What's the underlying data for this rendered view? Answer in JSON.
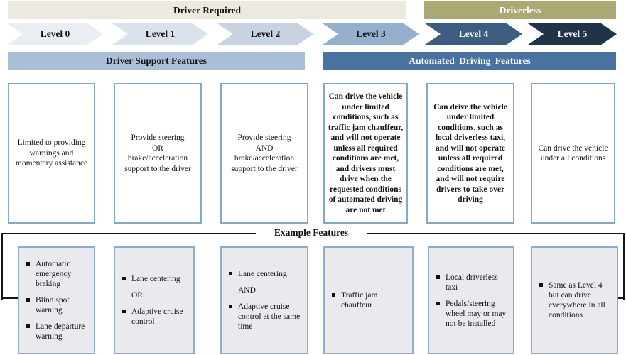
{
  "phases": {
    "driver_required": "Driver Required",
    "driverless": "Driverless"
  },
  "levels": [
    {
      "label": "Level 0"
    },
    {
      "label": "Level 1"
    },
    {
      "label": "Level 2"
    },
    {
      "label": "Level 3"
    },
    {
      "label": "Level 4"
    },
    {
      "label": "Level 5"
    }
  ],
  "feature_bars": {
    "driver_support": "Driver Support Features",
    "automated_driving": "Automated Driving Features"
  },
  "descriptions": [
    {
      "level": "Level 0",
      "text": "Limited to providing warnings and momentary assistance"
    },
    {
      "level": "Level 1",
      "text": "Provide steering\nOR\nbrake/acceleration\nsupport to the driver"
    },
    {
      "level": "Level 2",
      "text": "Provide steering\nAND\nbrake/acceleration\nsupport to the driver"
    },
    {
      "level": "Level 3",
      "text": "Can drive the vehicle under limited conditions, such as traffic jam chauffeur, and will not operate unless all required conditions are met, and drivers must drive when the requested conditions of automated driving are not met"
    },
    {
      "level": "Level 4",
      "text": "Can drive the vehicle under limited conditions, such as local driverless taxi, and will not operate unless all required conditions are met, and will not require drivers to take over driving"
    },
    {
      "level": "Level 5",
      "text": "Can drive the vehicle under all conditions"
    }
  ],
  "example_features": {
    "title": "Example Features",
    "columns": [
      {
        "level": "Level 0",
        "items": [
          {
            "text": "Automatic emergency braking",
            "bullet": true
          },
          {
            "text": "Blind spot warning",
            "bullet": true
          },
          {
            "text": "Lane departure warning",
            "bullet": true
          }
        ]
      },
      {
        "level": "Level 1",
        "items": [
          {
            "text": "Lane centering",
            "bullet": true
          },
          {
            "text": "OR",
            "bullet": false
          },
          {
            "text": "Adaptive cruise control",
            "bullet": true
          }
        ]
      },
      {
        "level": "Level 2",
        "items": [
          {
            "text": "Lane centering",
            "bullet": true
          },
          {
            "text": "AND",
            "bullet": false
          },
          {
            "text": "Adaptive cruise control at the same time",
            "bullet": true
          }
        ]
      },
      {
        "level": "Level 3",
        "items": [
          {
            "text": "Traffic jam chauffeur",
            "bullet": true
          }
        ]
      },
      {
        "level": "Level 4",
        "items": [
          {
            "text": "Local driverless taxi",
            "bullet": true
          },
          {
            "text": "Pedals/steering wheel may or may not be installed",
            "bullet": true
          }
        ]
      },
      {
        "level": "Level 5",
        "items": [
          {
            "text": "Same as Level 4 but can drive everywhere in all conditions",
            "bullet": true
          }
        ]
      }
    ]
  },
  "colors": {
    "driver_required_bg": "#ECE9DF",
    "driverless_bg": "#ABA973",
    "level0_chevron": "#EAEEF4",
    "level1_chevron": "#DAE2EC",
    "level2_chevron": "#C7D3E1",
    "level3_chevron": "#94B0CD",
    "level4_chevron": "#3C5D7F",
    "level5_chevron": "#203448",
    "driver_support_bar_bg": "#A9BFD7",
    "automated_bar_bg": "#4A72A0",
    "description_box_border": "#87A7C7",
    "example_box_bg": "#E9EAED",
    "example_box_border": "#8FACC9",
    "frame_line": "#151515"
  }
}
